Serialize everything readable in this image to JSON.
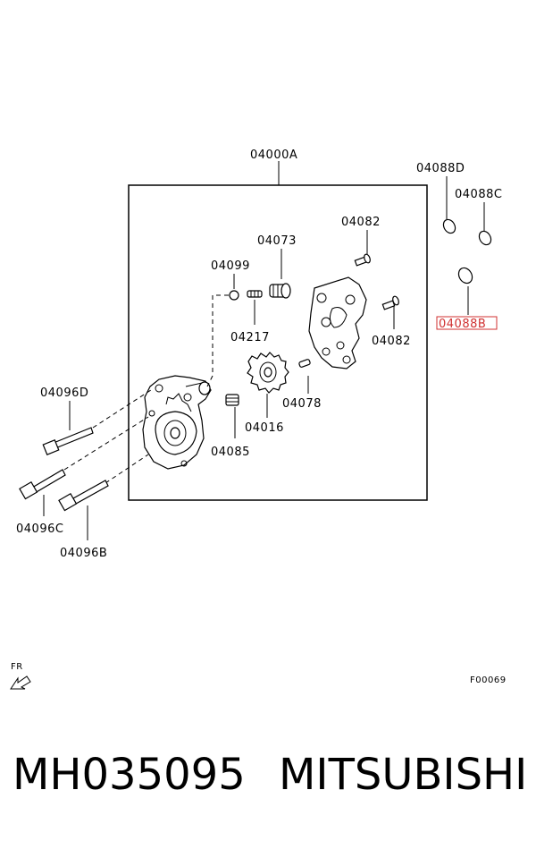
{
  "labels": {
    "assembly": "04000A",
    "oring_d": "04088D",
    "oring_c": "04088C",
    "oring_b": "04088B",
    "screw_top": "04082",
    "screw_right": "04082",
    "fitting": "04073",
    "plug": "04099",
    "pin_left": "04217",
    "dowel": "04078",
    "gear": "04016",
    "valve": "04085",
    "bolt_d": "04096D",
    "bolt_c": "04096C",
    "bolt_b": "04096B",
    "direction": "FR",
    "figure_code": "F00069"
  },
  "highlight_color": "#d03030",
  "footer": {
    "part_number": "MH035095",
    "brand": "MITSUBISHI"
  }
}
